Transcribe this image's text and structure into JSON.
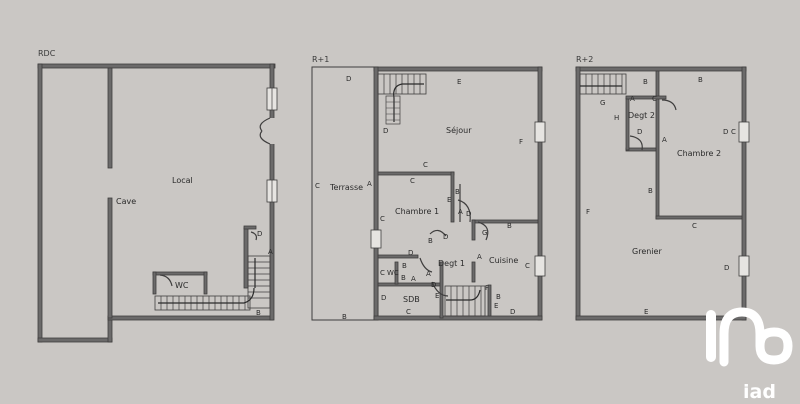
{
  "plans": {
    "rdc": {
      "title": "RDC",
      "rooms": {
        "cave": "Cave",
        "local": "Local",
        "wc": "WC"
      },
      "marks": [
        "A",
        "D",
        "B"
      ]
    },
    "r1": {
      "title": "R+1",
      "rooms": {
        "terrasse": "Terrasse",
        "sejour": "Séjour",
        "chambre1": "Chambre 1",
        "degt1": "Degt 1",
        "cuisine": "Cuisine",
        "sdb": "SDB",
        "wc": "WC"
      },
      "marks": [
        "D",
        "E",
        "D",
        "F",
        "C",
        "C",
        "A",
        "C",
        "E",
        "B",
        "A",
        "D",
        "B",
        "G",
        "D",
        "B",
        "A",
        "C",
        "D",
        "B",
        "A",
        "E",
        "C",
        "C",
        "A",
        "B",
        "B",
        "F",
        "D",
        "D",
        "C",
        "B",
        "E",
        "D"
      ]
    },
    "r2": {
      "title": "R+2",
      "rooms": {
        "degt2": "Degt 2",
        "chambre2": "Chambre 2",
        "grenier": "Grenier"
      },
      "marks": [
        "B",
        "G",
        "A",
        "C",
        "H",
        "D",
        "A",
        "C",
        "B",
        "D",
        "C",
        "F",
        "C",
        "D",
        "E",
        "B"
      ]
    }
  },
  "logo": {
    "text": "iad",
    "icon": "iad-logo-icon"
  }
}
